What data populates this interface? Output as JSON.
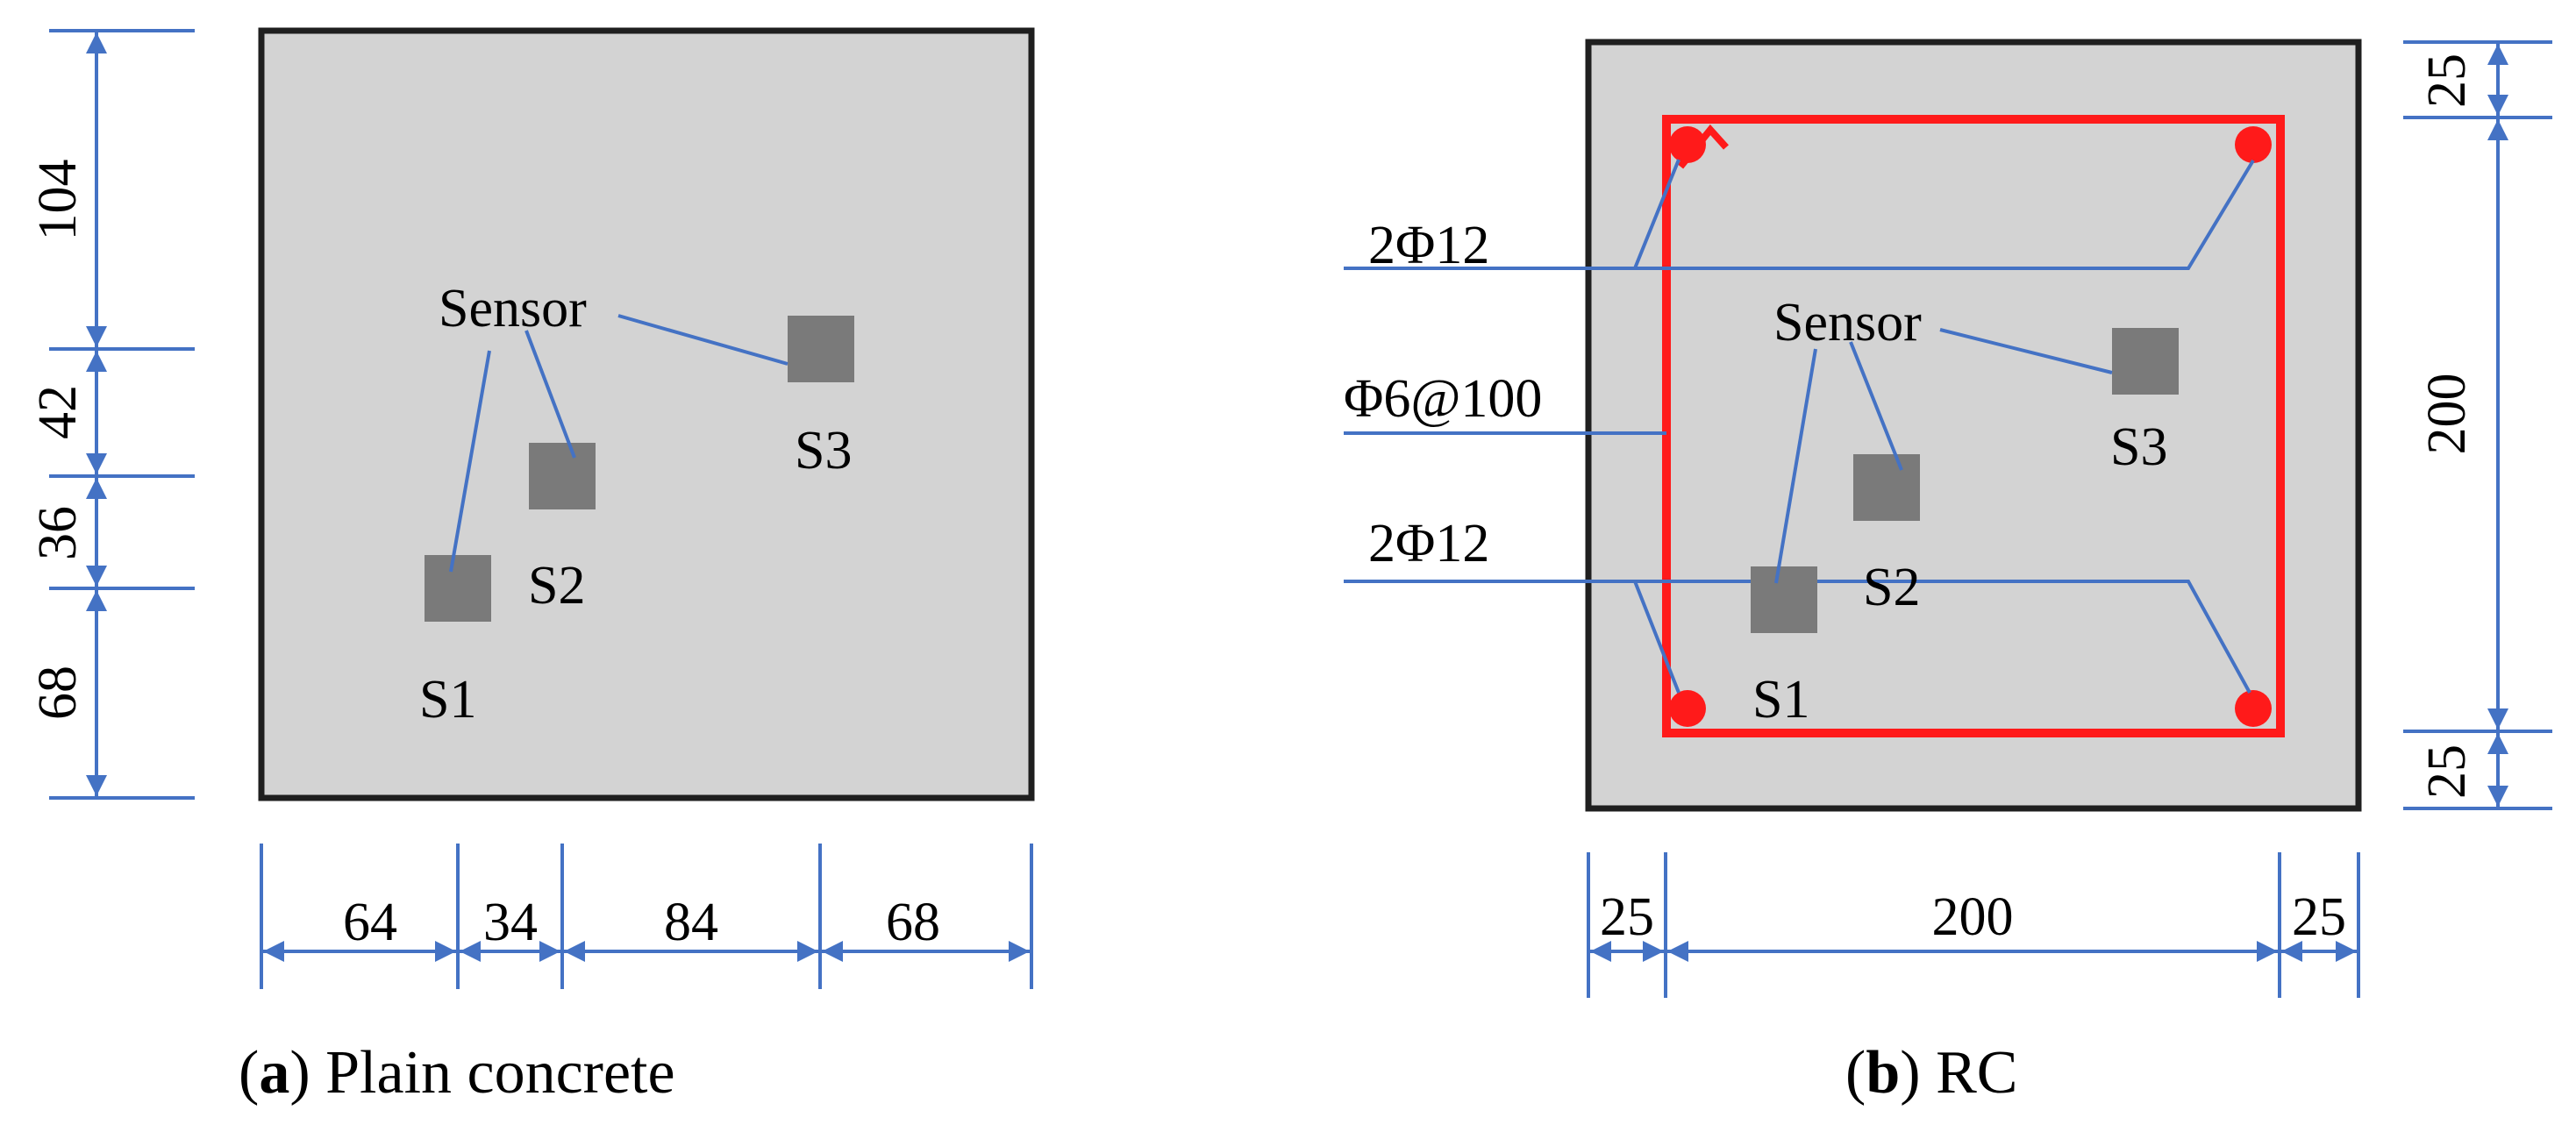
{
  "colors": {
    "concrete": "#d3d3d3",
    "border": "#1f1f1f",
    "sensor": "#7a7a7a",
    "dimension": "#4472c4",
    "rebar": "#ff1a1a"
  },
  "panel_a": {
    "caption_letter": "a",
    "caption_text": "Plain concrete",
    "sensor_label": "Sensor",
    "sensors": [
      "S1",
      "S2",
      "S3"
    ],
    "dims_vertical": [
      "104",
      "42",
      "36",
      "68"
    ],
    "dims_horizontal": [
      "64",
      "34",
      "84",
      "68"
    ]
  },
  "panel_b": {
    "caption_letter": "b",
    "caption_text": "RC",
    "sensor_label": "Sensor",
    "sensors": [
      "S1",
      "S2",
      "S3"
    ],
    "rebar_top": "2Φ12",
    "stirrup": "Φ6@100",
    "rebar_bottom": "2Φ12",
    "dims_vertical": [
      "25",
      "200",
      "25"
    ],
    "dims_horizontal": [
      "25",
      "200",
      "25"
    ]
  }
}
